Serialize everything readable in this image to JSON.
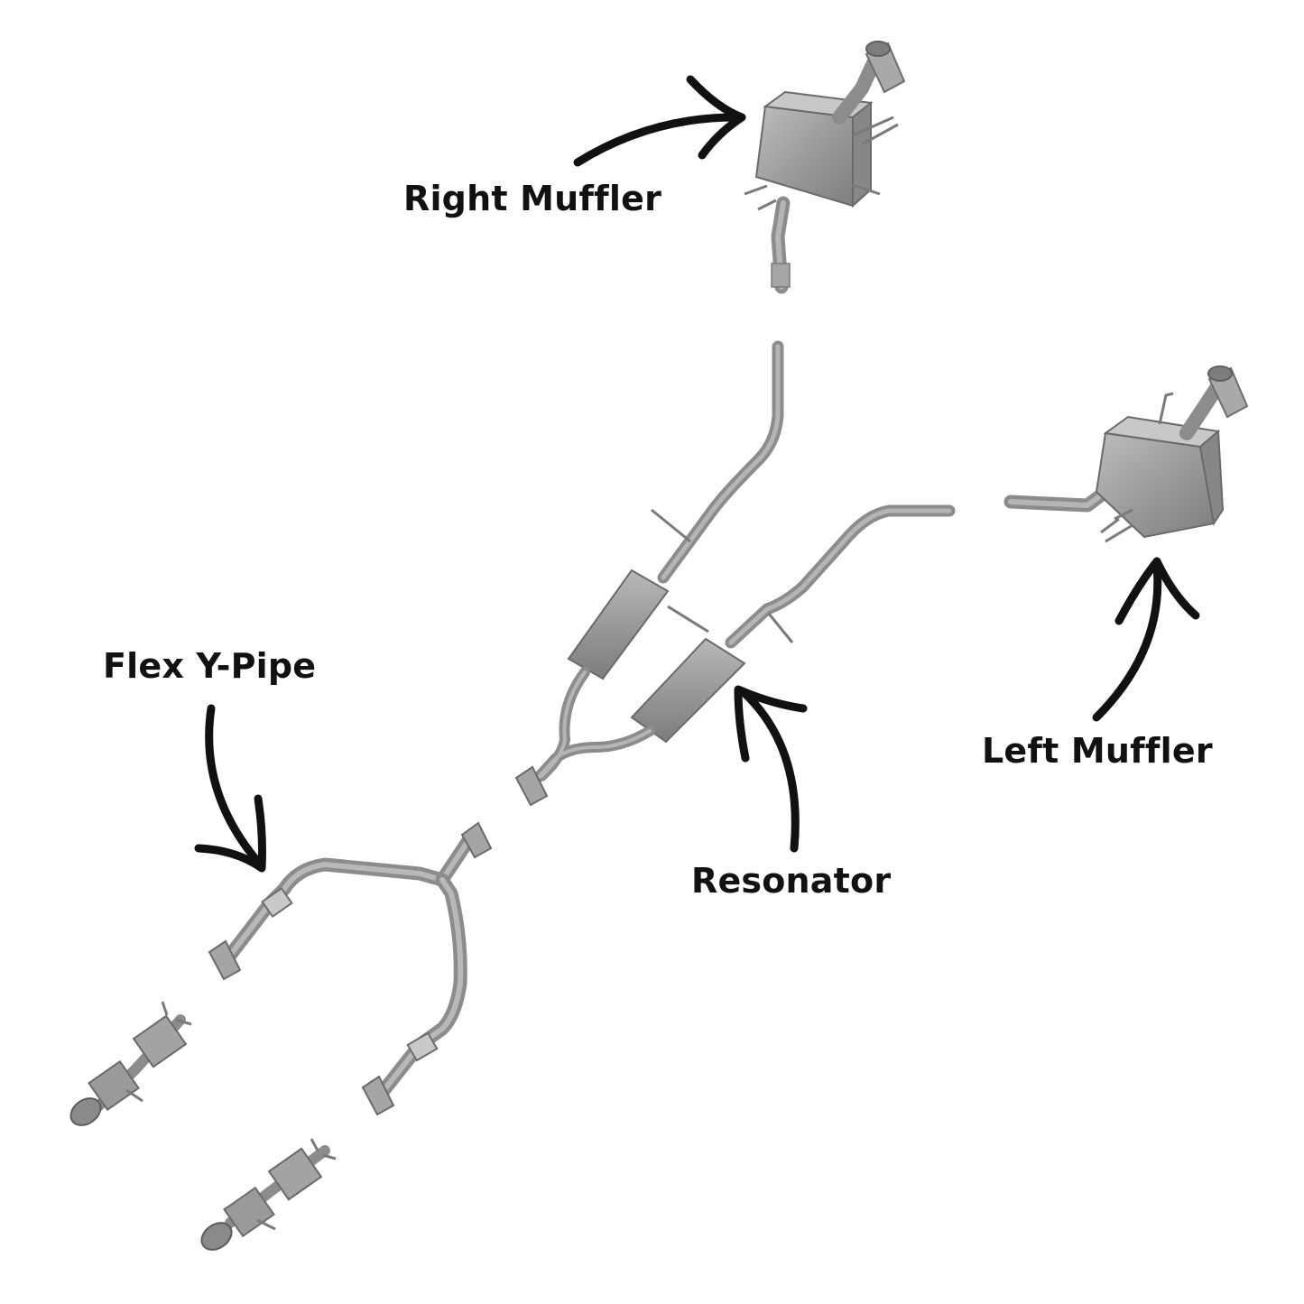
{
  "labels": {
    "right_muffler": "Right Muffler",
    "flex_y_pipe": "Flex Y-Pipe",
    "resonator": "Resonator",
    "left_muffler": "Left Muffler"
  },
  "colors": {
    "metal": "#9a9a9a",
    "metal_dark": "#6f6f6f",
    "metal_light": "#c4c4c4",
    "arrow": "#111111",
    "text": "#111111"
  }
}
